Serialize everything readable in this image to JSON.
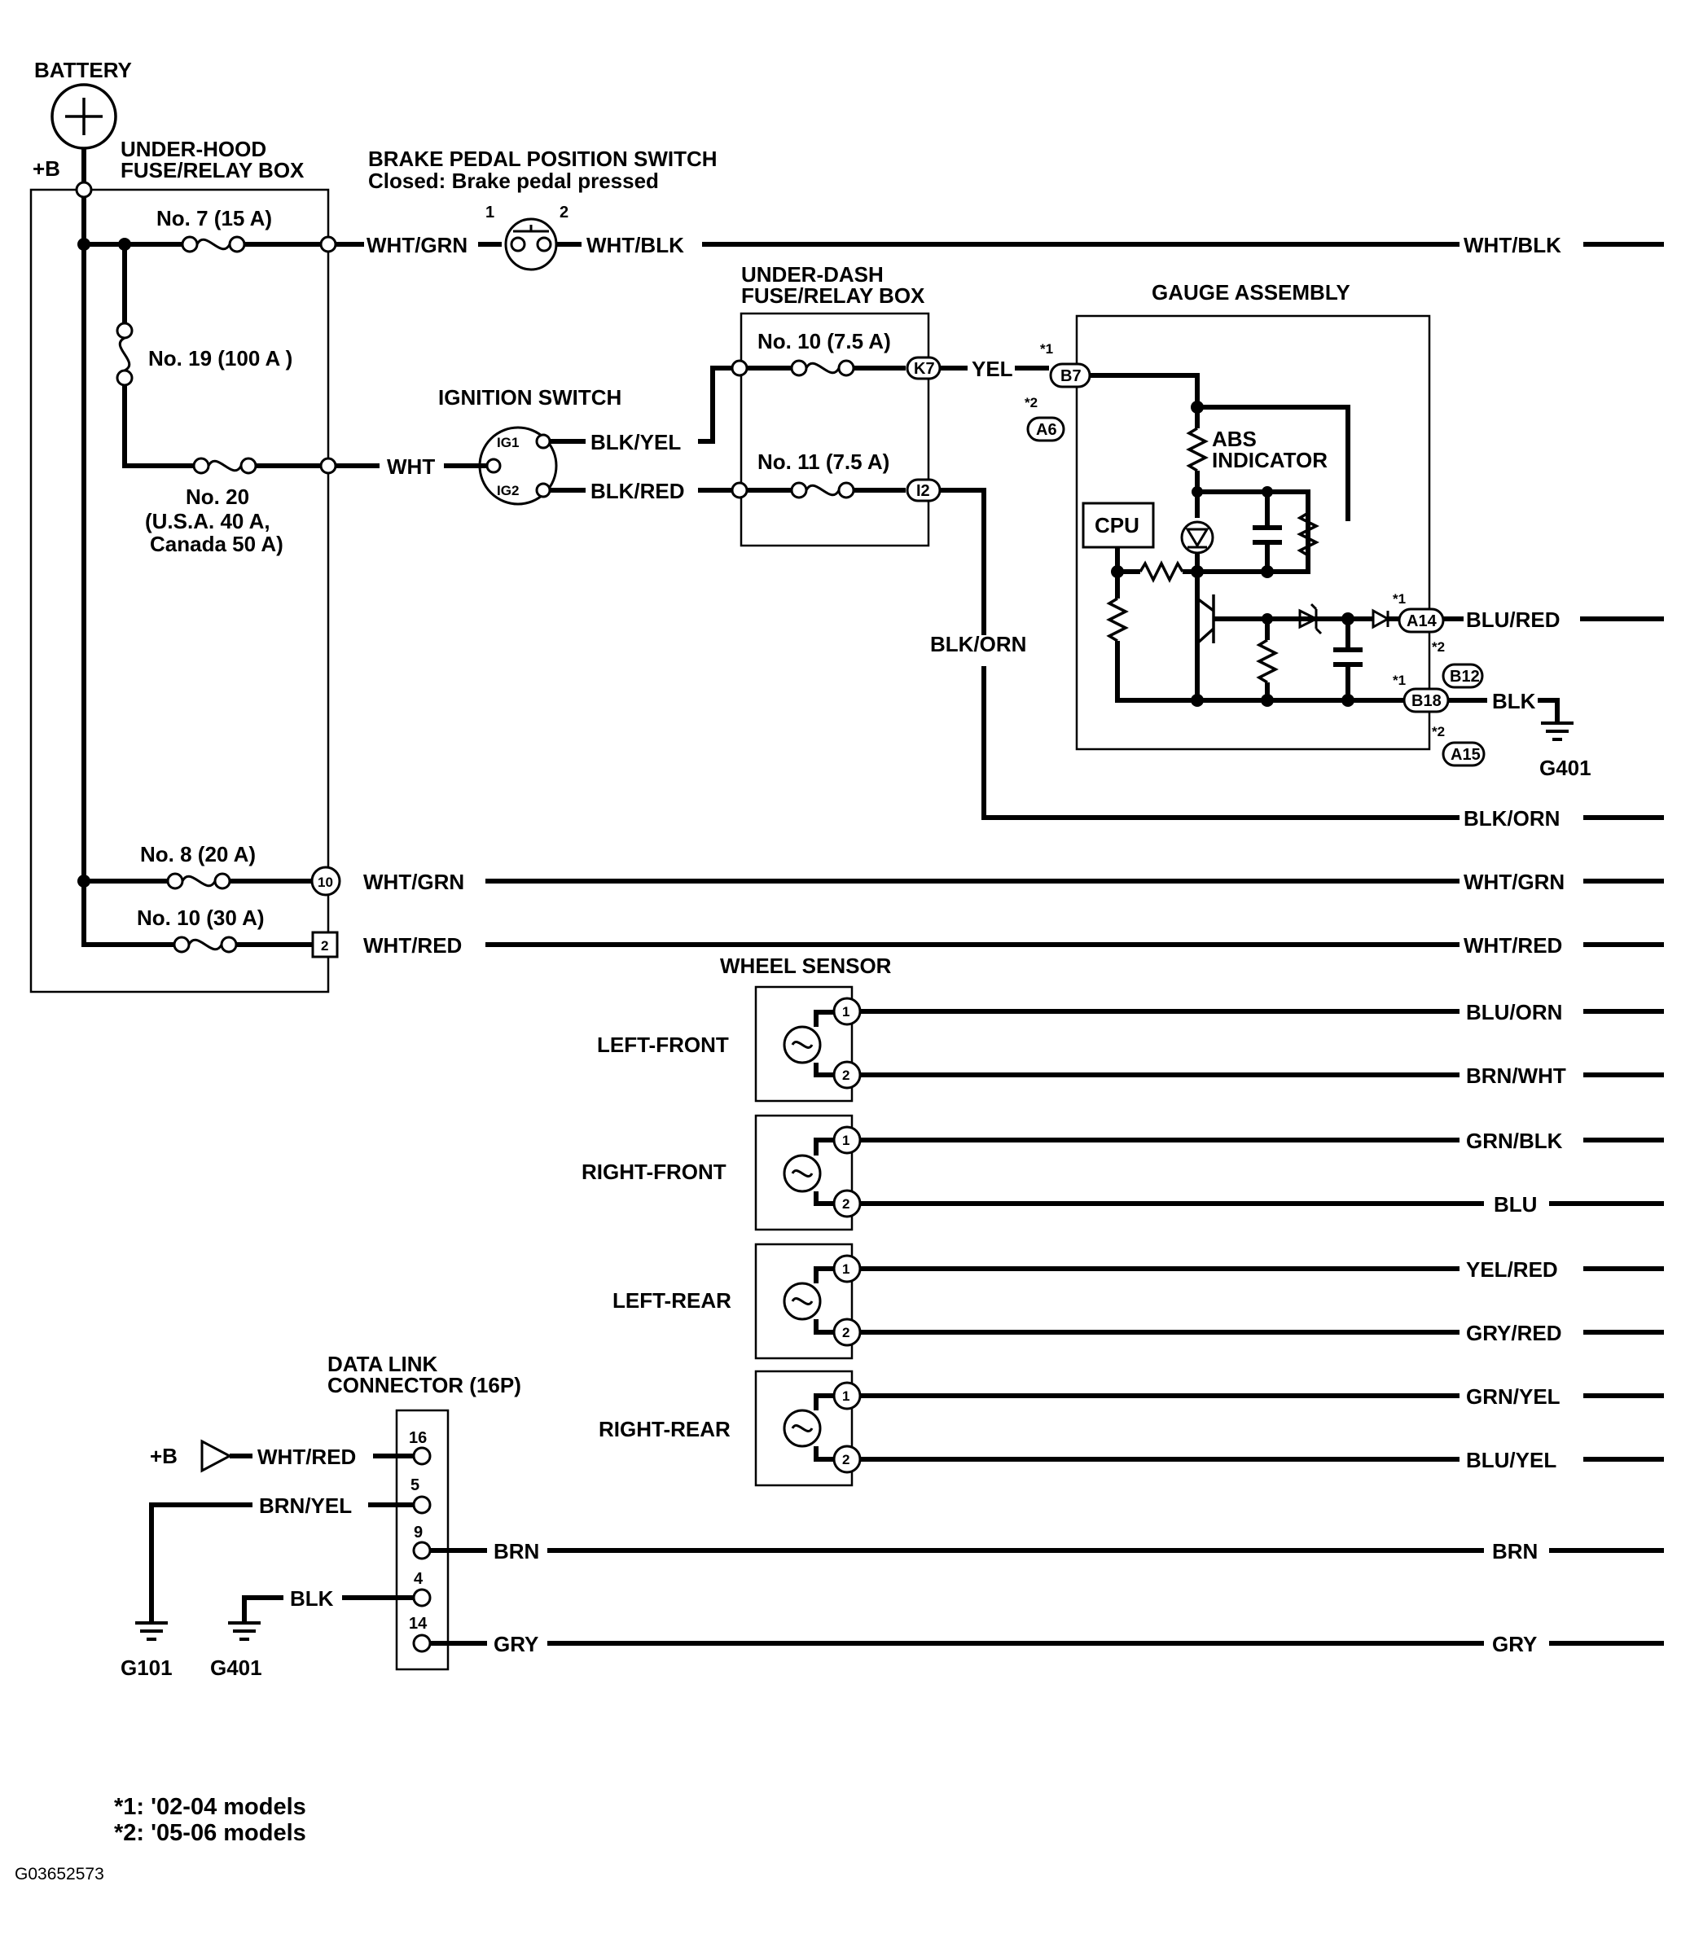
{
  "battery": {
    "label": "BATTERY",
    "plus_b": "+B"
  },
  "underhood": {
    "title_line1": "UNDER-HOOD",
    "title_line2": "FUSE/RELAY BOX",
    "fuse7": "No. 7 (15 A)",
    "fuse19": "No. 19 (100 A )",
    "fuse20_line1": "No. 20",
    "fuse20_line2": "(U.S.A. 40 A,",
    "fuse20_line3": "Canada 50 A)",
    "fuse8": "No. 8 (20 A)",
    "fuse10": "No. 10 (30 A)",
    "term10": "10",
    "term2": "2"
  },
  "brake_switch": {
    "title_line1": "BRAKE PEDAL POSITION SWITCH",
    "title_line2": "Closed: Brake pedal pressed",
    "pin1": "1",
    "pin2": "2"
  },
  "ignition": {
    "title": "IGNITION SWITCH",
    "ig1": "IG1",
    "ig2": "IG2"
  },
  "underdash": {
    "title_line1": "UNDER-DASH",
    "title_line2": "FUSE/RELAY BOX",
    "fuse10": "No. 10 (7.5 A)",
    "fuse11": "No. 11 (7.5 A)",
    "k7": "K7",
    "i2": "I2"
  },
  "gauge": {
    "title": "GAUGE ASSEMBLY",
    "abs_line1": "ABS",
    "abs_line2": "INDICATOR",
    "cpu": "CPU",
    "b7": "B7",
    "a6": "A6",
    "a14": "A14",
    "b12": "B12",
    "b18": "B18",
    "a15": "A15",
    "star1": "*1",
    "star2": "*2"
  },
  "wires": {
    "wht_grn": "WHT/GRN",
    "wht_blk": "WHT/BLK",
    "yel": "YEL",
    "blk_yel": "BLK/YEL",
    "blk_red": "BLK/RED",
    "wht": "WHT",
    "blk_orn": "BLK/ORN",
    "blu_red": "BLU/RED",
    "blk": "BLK",
    "wht_red": "WHT/RED",
    "blu_orn": "BLU/ORN",
    "brn_wht": "BRN/WHT",
    "grn_blk": "GRN/BLK",
    "blu": "BLU",
    "yel_red": "YEL/RED",
    "gry_red": "GRY/RED",
    "grn_yel": "GRN/YEL",
    "blu_yel": "BLU/YEL",
    "brn_yel": "BRN/YEL",
    "brn": "BRN",
    "gry": "GRY"
  },
  "grounds": {
    "g401": "G401",
    "g101": "G101"
  },
  "wheel_sensor": {
    "title": "WHEEL SENSOR",
    "left_front": "LEFT-FRONT",
    "right_front": "RIGHT-FRONT",
    "left_rear": "LEFT-REAR",
    "right_rear": "RIGHT-REAR",
    "pin1": "1",
    "pin2": "2"
  },
  "dlc": {
    "title_line1": "DATA LINK",
    "title_line2": "CONNECTOR (16P)",
    "plus_b": "+B",
    "p16": "16",
    "p5": "5",
    "p9": "9",
    "p4": "4",
    "p14": "14"
  },
  "footnotes": {
    "note1": "*1: '02-04 models",
    "note2": "*2: '05-06 models",
    "code": "G03652573"
  }
}
